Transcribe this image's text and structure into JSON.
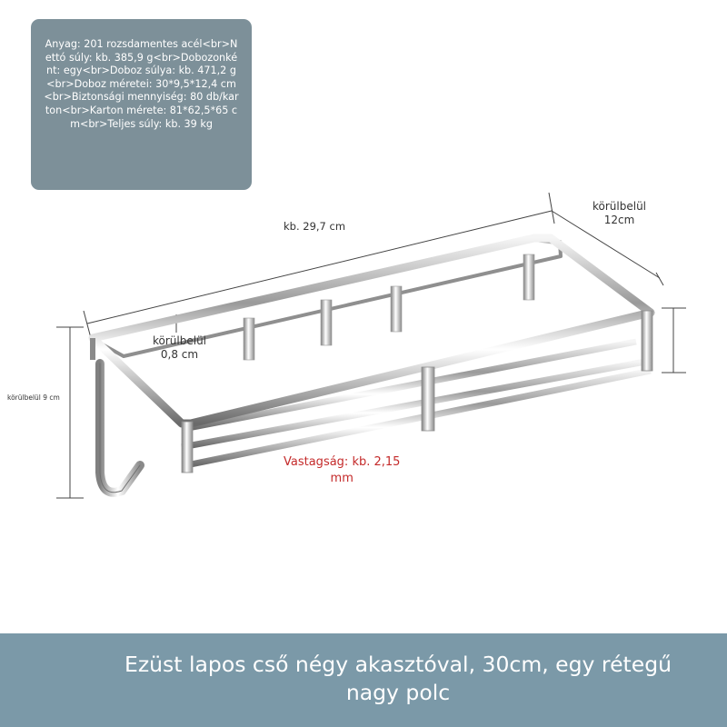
{
  "spec_text": "Anyag: 201 rozsdamentes acél<br>Nettó súly: kb. 385,9 g<br>Dobozonként: egy<br>Doboz súlya: kb. 471,2 g<br>Doboz méretei: 30*9,5*12,4 cm<br>Biztonsági mennyiség: 80 db/karton<br>Karton mérete: 81*62,5*65 cm<br>Teljes súly: kb. 39 kg",
  "dimensions": {
    "length": "kb. 29,7 cm",
    "depth_line1": "körülbelül",
    "depth_line2": "12cm",
    "tube_line1": "körülbelül",
    "tube_line2": "0,8 cm",
    "height": "körülbelül 9 cm",
    "thickness_line1": "Vastagság: kb. 2,15",
    "thickness_line2": "mm"
  },
  "caption_line1": "Ezüst lapos cső négy akasztóval, 30cm, egy rétegű",
  "caption_line2": "nagy polc",
  "colors": {
    "spec_box": "#7d9099",
    "caption_bar": "#7b99a8",
    "thickness_text": "#c42a2a"
  }
}
